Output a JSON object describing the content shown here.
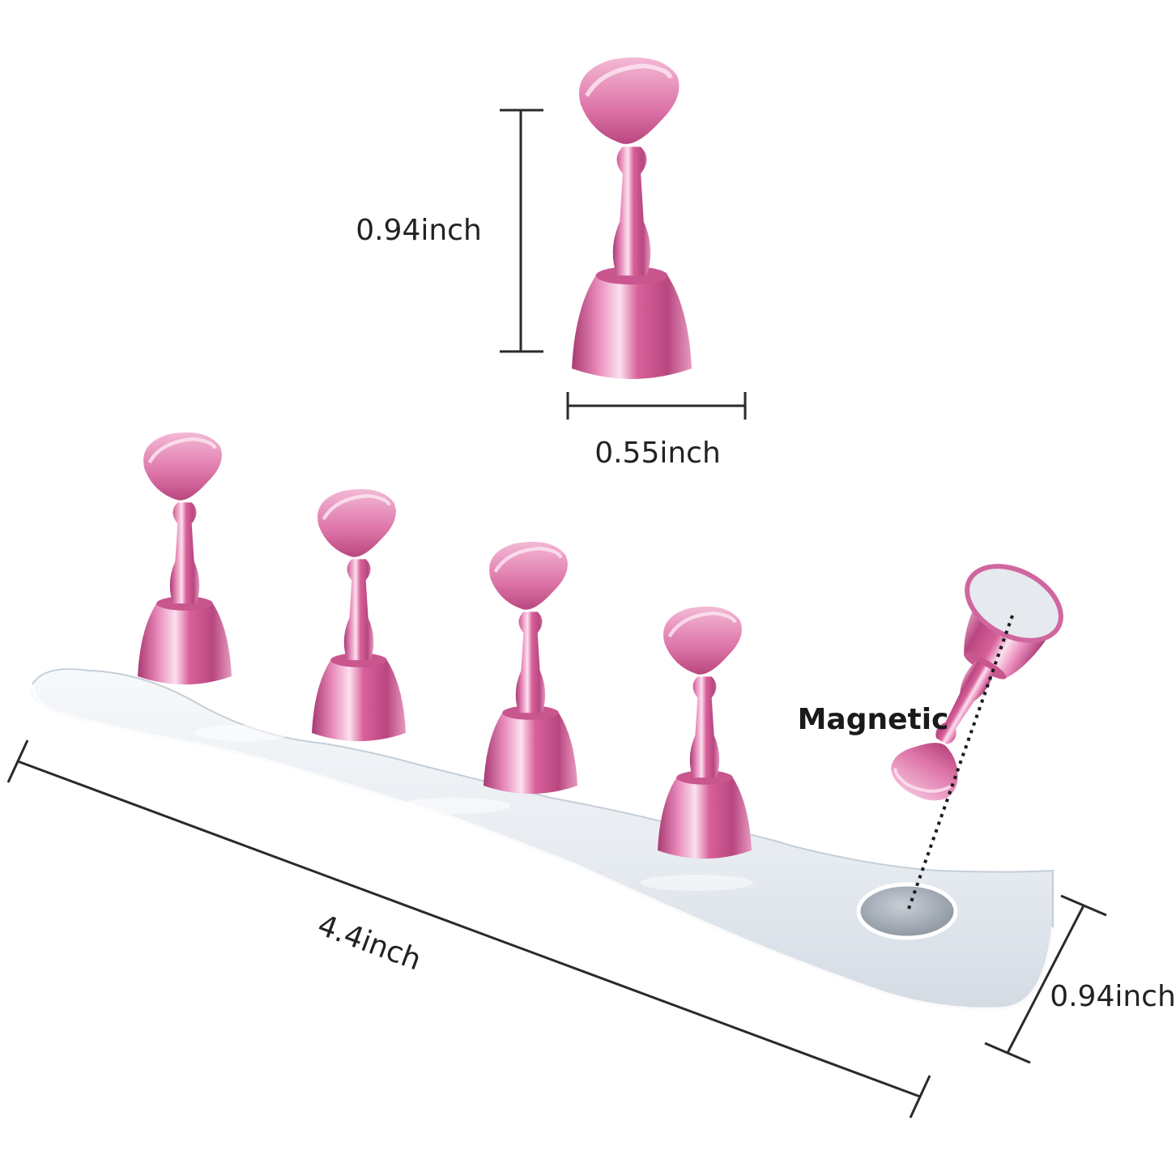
{
  "labels": {
    "holder_height": "0.94inch",
    "holder_width": "0.55inch",
    "base_length": "4.4inch",
    "base_depth": "0.94inch",
    "magnetic": "Magnetic"
  },
  "colors": {
    "holder_pink": "#d9609a",
    "holder_light": "#f7c6de",
    "holder_dark": "#a83a72",
    "acrylic_edge": "#c9d3dc",
    "magnet_grey": "#9aa3ad"
  },
  "illustration": {
    "product": "magnetic-nail-practice-holder-set",
    "holder_count_on_base": 4,
    "detached_holder_count": 1
  }
}
